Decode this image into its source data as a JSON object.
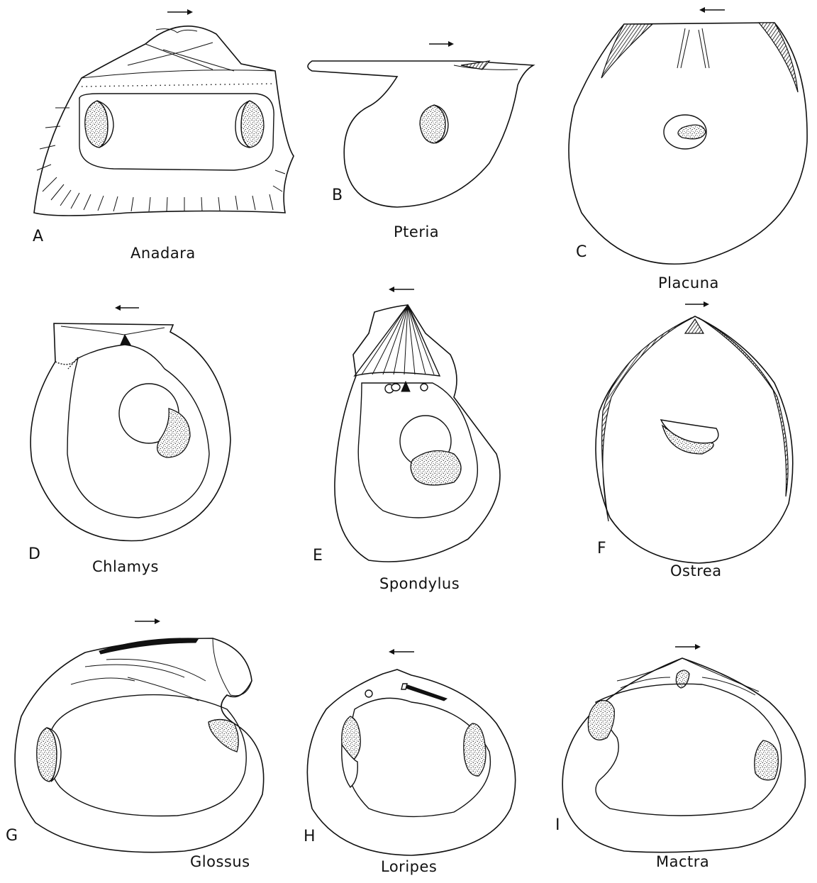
{
  "panels": [
    {
      "letter": "A",
      "genus": "Anadara",
      "arrow": "right"
    },
    {
      "letter": "B",
      "genus": "Pteria",
      "arrow": "right"
    },
    {
      "letter": "C",
      "genus": "Placuna",
      "arrow": "left"
    },
    {
      "letter": "D",
      "genus": "Chlamys",
      "arrow": "left"
    },
    {
      "letter": "E",
      "genus": "Spondylus",
      "arrow": "left"
    },
    {
      "letter": "F",
      "genus": "Ostrea",
      "arrow": "right"
    },
    {
      "letter": "G",
      "genus": "Glossus",
      "arrow": "right"
    },
    {
      "letter": "H",
      "genus": "Loripes",
      "arrow": "left"
    },
    {
      "letter": "I",
      "genus": "Mactra",
      "arrow": "right"
    }
  ]
}
